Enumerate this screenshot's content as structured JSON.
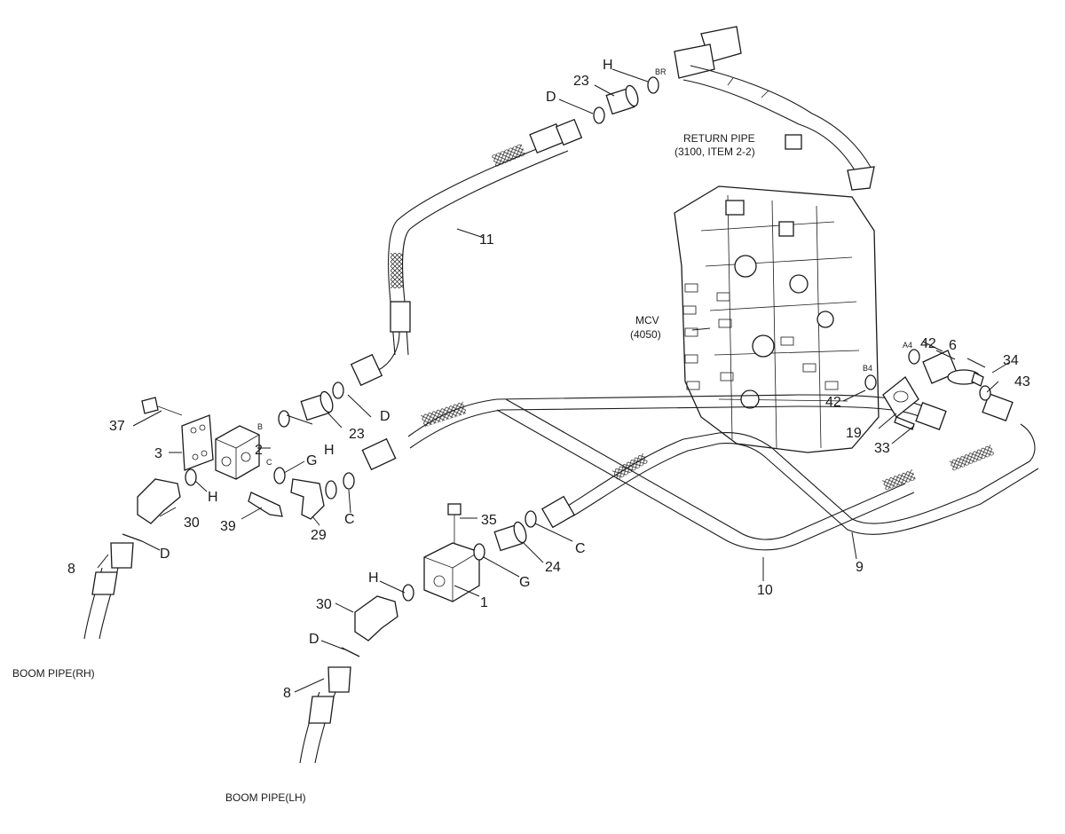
{
  "labels": {
    "return_pipe_line1": "RETURN PIPE",
    "return_pipe_line2": "(3100, ITEM 2-2)",
    "mcv_line1": "MCV",
    "mcv_line2": "(4050)",
    "boom_pipe_rh": "BOOM PIPE(RH)",
    "boom_pipe_lh": "BOOM PIPE(LH)"
  },
  "ports": {
    "br": "BR",
    "a4": "A4",
    "b4": "B4",
    "b": "B",
    "c": "C"
  },
  "callouts": {
    "n23_top": "23",
    "h_top": "H",
    "d_top": "D",
    "n11": "11",
    "n42_top": "42",
    "n6": "6",
    "n34": "34",
    "n43": "43",
    "n42_bottom": "42",
    "n19": "19",
    "n33": "33",
    "n37": "37",
    "n3": "3",
    "n2": "2",
    "h_mid": "H",
    "n23_mid": "23",
    "d_mid": "D",
    "g_mid": "G",
    "c_mid": "C",
    "h_left": "H",
    "n30_left": "30",
    "n39": "39",
    "n29": "29",
    "d_left": "D",
    "n8_left": "8",
    "n35": "35",
    "c_low": "C",
    "n24": "24",
    "g_low": "G",
    "h_low": "H",
    "n1": "1",
    "n30_low": "30",
    "d_low": "D",
    "n8_low": "8",
    "n10": "10",
    "n9": "9"
  }
}
